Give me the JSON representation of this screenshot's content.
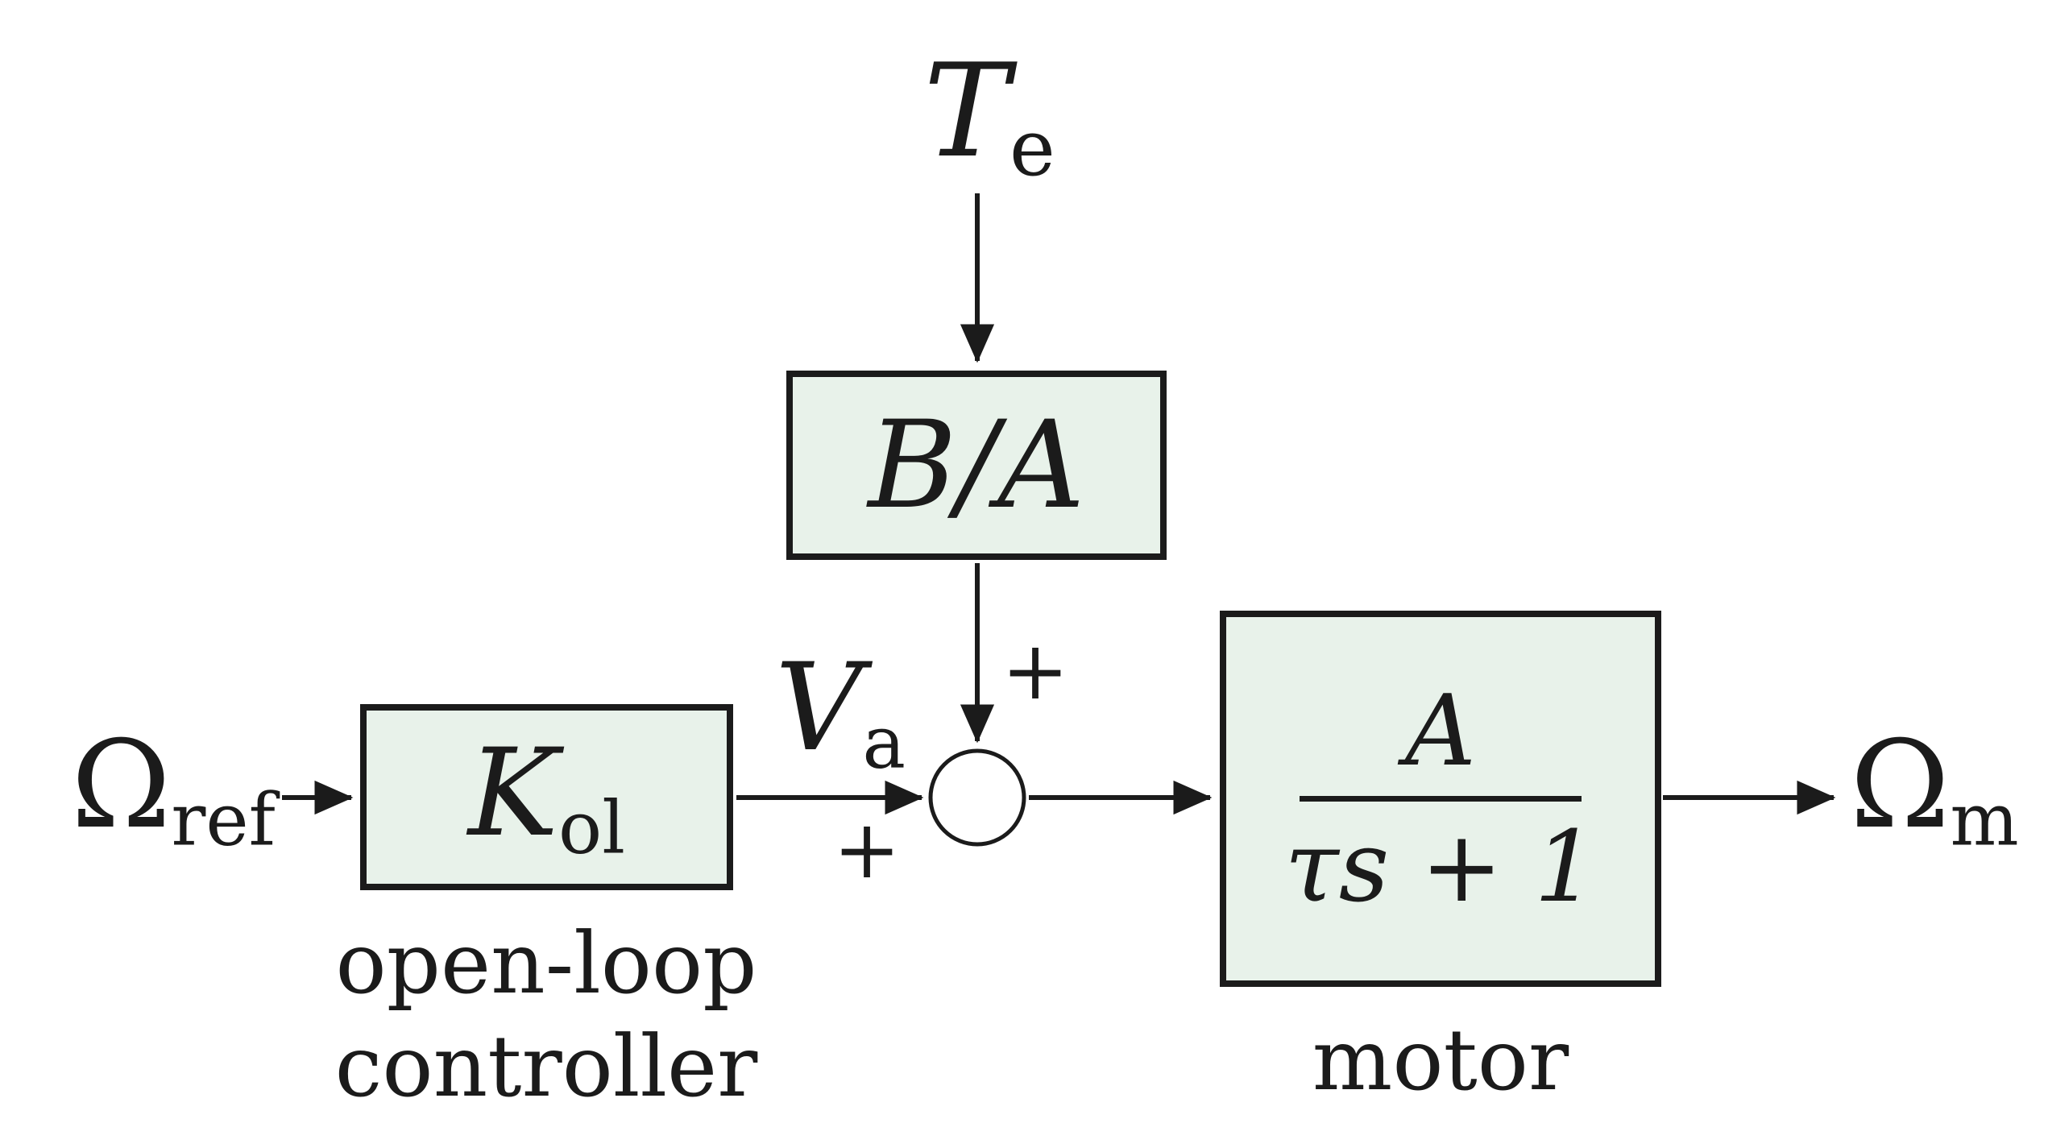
{
  "diagram": {
    "colors": {
      "background": "#ffffff",
      "block_fill": "#e8f2ea",
      "line": "#1b1b1b"
    },
    "disturbance_label": {
      "main": "T",
      "sub": "e"
    },
    "gain_block": {
      "label": "B/A"
    },
    "input_label": {
      "main": "Ω",
      "sub": "ref"
    },
    "controller_block": {
      "main": "K",
      "sub": "ol"
    },
    "controller_caption": {
      "line1": "open-loop",
      "line2": "controller"
    },
    "control_signal_label": {
      "main": "V",
      "sub": "a"
    },
    "summing_junction": {
      "plus_top": "+",
      "plus_left": "+"
    },
    "motor_block": {
      "numerator": "A",
      "denominator": "τs + 1"
    },
    "motor_caption": "motor",
    "output_label": {
      "main": "Ω",
      "sub": "m"
    }
  }
}
